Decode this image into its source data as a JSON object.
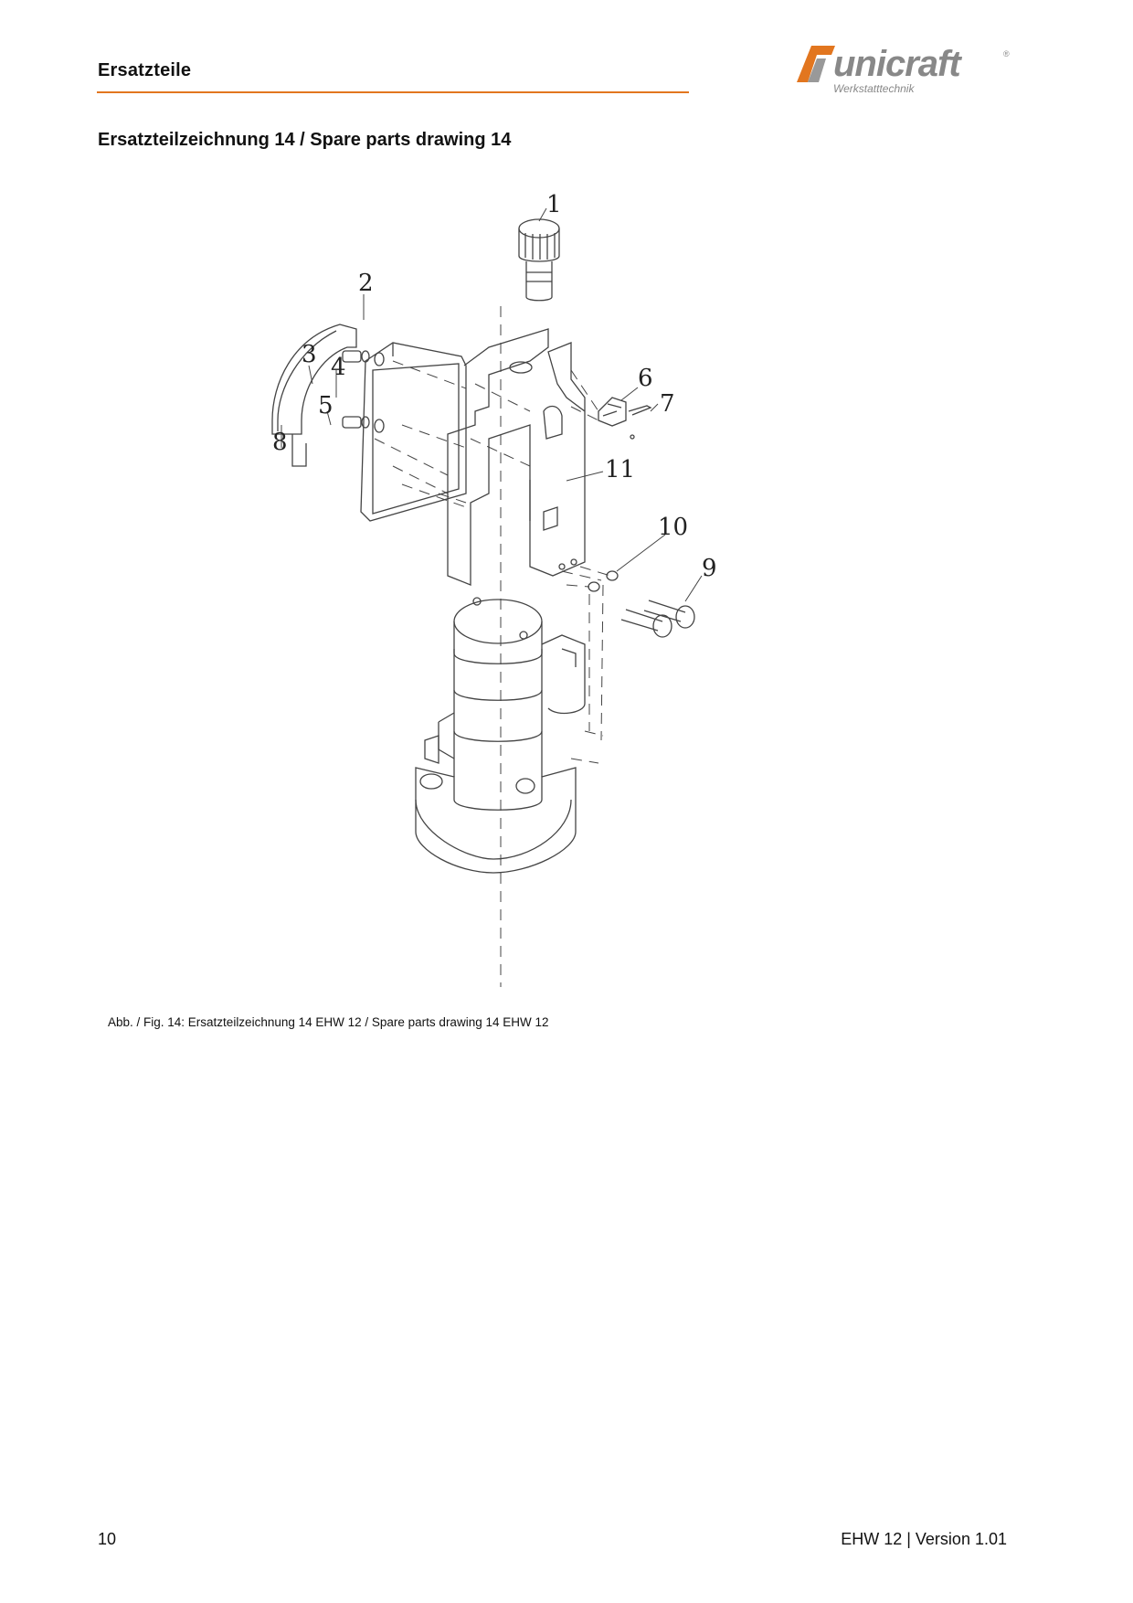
{
  "header": {
    "title": "Ersatzteile",
    "brand_color": "#e2761f",
    "logo": {
      "word": "unicraft",
      "registered": "®",
      "subtitle": "Werkstatttechnik",
      "color": "#888888"
    }
  },
  "section": {
    "title": "Ersatzteilzeichnung 14 / Spare parts drawing 14"
  },
  "figure": {
    "callouts": [
      "1",
      "2",
      "3",
      "4",
      "5",
      "6",
      "7",
      "8",
      "9",
      "10",
      "11"
    ],
    "caption": "Abb. / Fig. 14: Ersatzteilzeichnung 14 EHW 12 / Spare parts drawing 14 EHW 12"
  },
  "footer": {
    "page_number": "10",
    "doc_version": "EHW 12 | Version 1.01"
  }
}
